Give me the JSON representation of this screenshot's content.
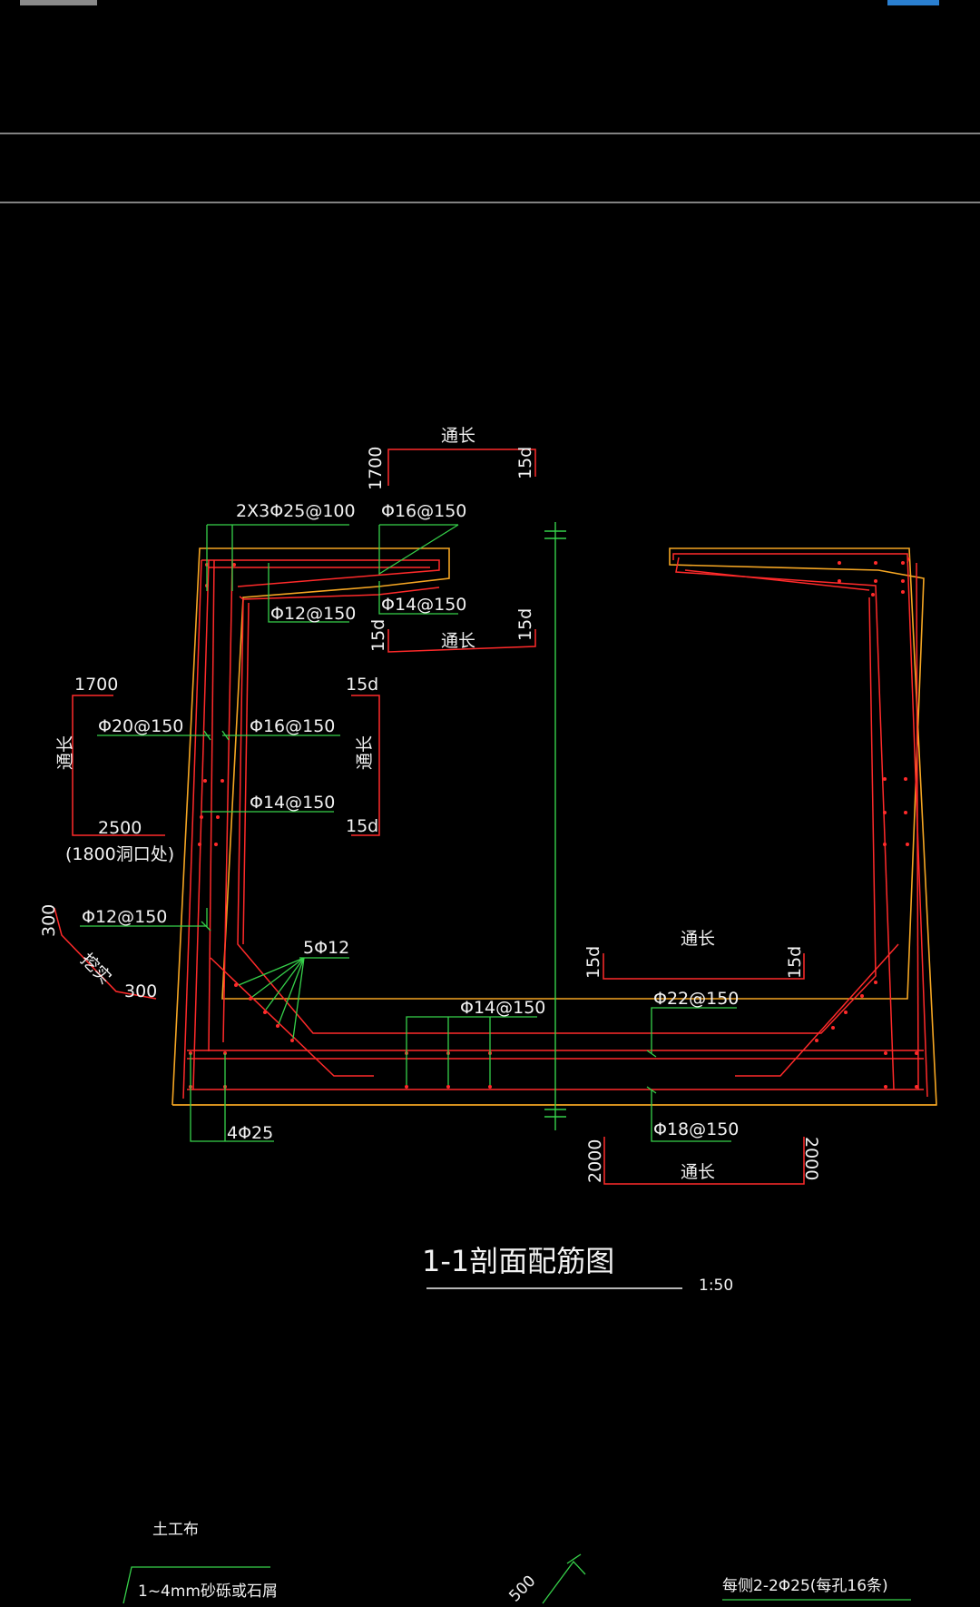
{
  "drawing": {
    "title": "1-1剖面配筋图",
    "scale": "1:50"
  },
  "labels": {
    "top_through": "通长",
    "top_1700": "1700",
    "top_15d": "15d",
    "rebar_2x3": "2X3Φ25@100",
    "rebar_16_150_top": "Φ16@150",
    "rebar_14_150_top": "Φ14@150",
    "rebar_12_150_top": "Φ12@150",
    "mid_15d_left": "15d",
    "mid_through": "通长",
    "mid_15d_right": "15d",
    "left_1700": "1700",
    "left_through": "通长",
    "left_2500": "2500",
    "left_1800": "(1800洞口处)",
    "rebar_20_150": "Φ20@150",
    "rebar_16_150_wall": "Φ16@150",
    "rebar_14_150_wall": "Φ14@150",
    "inner_15d_top": "15d",
    "inner_through": "通长",
    "inner_15d_bot": "15d",
    "haunch_300a": "300",
    "haunch_300b": "300",
    "haunch_tag": "挖实",
    "rebar_12_150_haunch": "Φ12@150",
    "rebar_5phi12": "5Φ12",
    "rebar_14_150_bot": "Φ14@150",
    "rebar_22_150": "Φ22@150",
    "rebar_18_150": "Φ18@150",
    "rebar_4phi25": "4Φ25",
    "right_15d_left": "15d",
    "right_through": "通长",
    "right_15d_right": "15d",
    "bot_2000_left": "2000",
    "bot_2000_right": "2000",
    "bot_through": "通长"
  },
  "footer": {
    "geotextile": "土工布",
    "gravel": "1~4mm砂砾或石屑",
    "dim_500": "500",
    "each_side": "每侧2-2Φ25(每孔16条)"
  },
  "colors": {
    "background": "#000000",
    "concrete_outline": "#f5a623",
    "rebar": "#ff2a2a",
    "leader": "#36d14a",
    "centerline": "#36d14a",
    "text": "#f2f2f2"
  }
}
